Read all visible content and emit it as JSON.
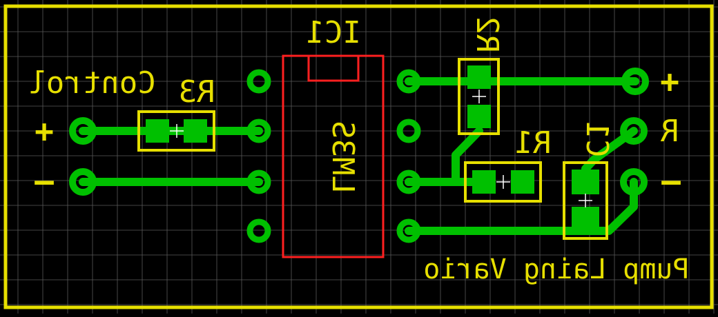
{
  "colors": {
    "background": "#000000",
    "grid": "#5a5a5a",
    "outline": "#e6df00",
    "copper": "#00c000",
    "ic_outline": "#ff2020",
    "origin_cross": "#ffffff"
  },
  "labels": {
    "control": "Control",
    "control_plus": "+",
    "control_minus": "–",
    "ic1": "IC1",
    "ic1_part": "LM3S",
    "r1": "R1",
    "r2": "R2",
    "r3": "R3",
    "c1": "C1",
    "right_plus": "+",
    "right_r": "R",
    "right_minus": "–",
    "pump": "Pump Laing Vario"
  },
  "icons": {
    "smd_origin": "crosshair-icon"
  }
}
